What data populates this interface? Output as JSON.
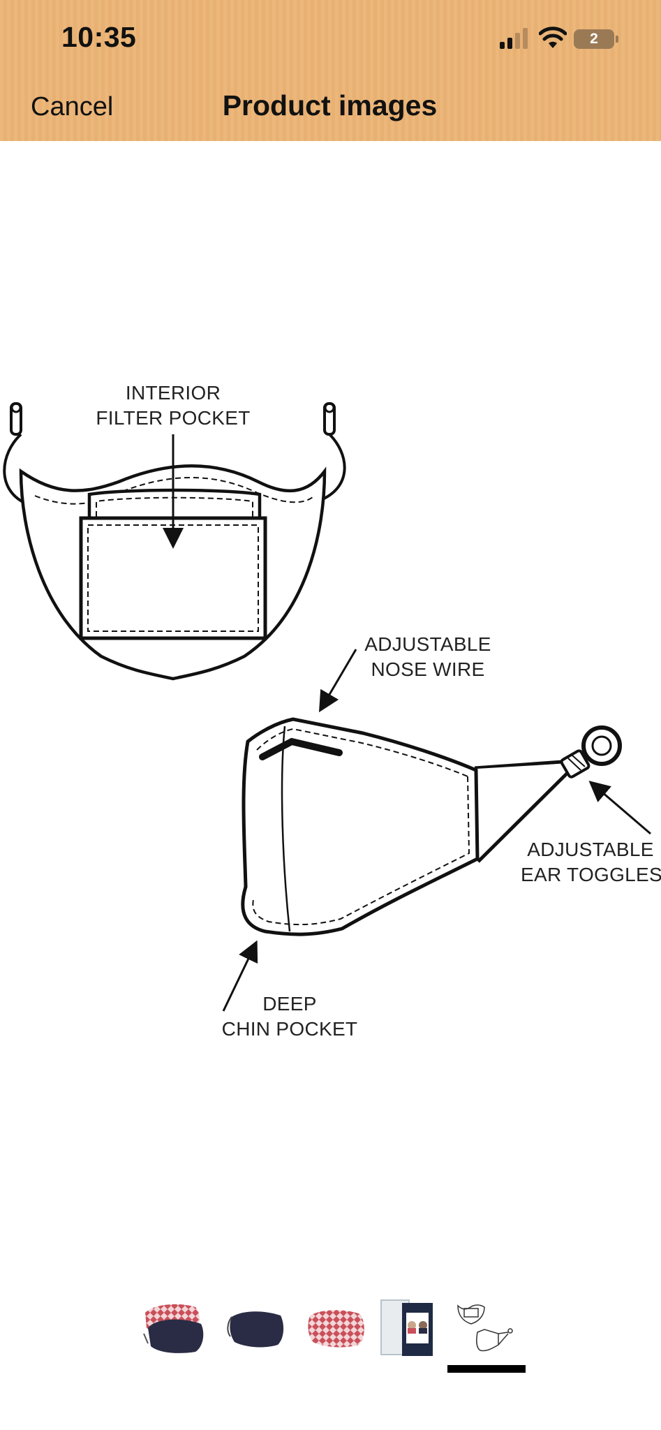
{
  "status_bar": {
    "time": "10:35",
    "battery_level": "2",
    "icons": [
      "signal-icon",
      "wifi-icon",
      "battery-icon"
    ]
  },
  "header": {
    "cancel_label": "Cancel",
    "title": "Product images"
  },
  "diagram": {
    "labels": {
      "filter_pocket_line1": "INTERIOR",
      "filter_pocket_line2": "FILTER POCKET",
      "nose_wire_line1": "ADJUSTABLE",
      "nose_wire_line2": "NOSE WIRE",
      "ear_toggles_line1": "ADJUSTABLE",
      "ear_toggles_line2": "EAR TOGGLES",
      "chin_pocket_line1": "DEEP",
      "chin_pocket_line2": "CHIN POCKET"
    }
  },
  "thumbnails": {
    "count": 5,
    "selected_index": 4,
    "items": [
      "patterned-and-navy-masks-thumbnail",
      "navy-mask-thumbnail",
      "red-patterned-mask-thumbnail",
      "mask-packaging-thumbnail",
      "mask-diagram-thumbnail"
    ]
  },
  "colors": {
    "header_bg": "#ecb77a",
    "battery": "#9a7a55",
    "navy": "#2a2c45",
    "pattern_red": "#c9505a"
  }
}
